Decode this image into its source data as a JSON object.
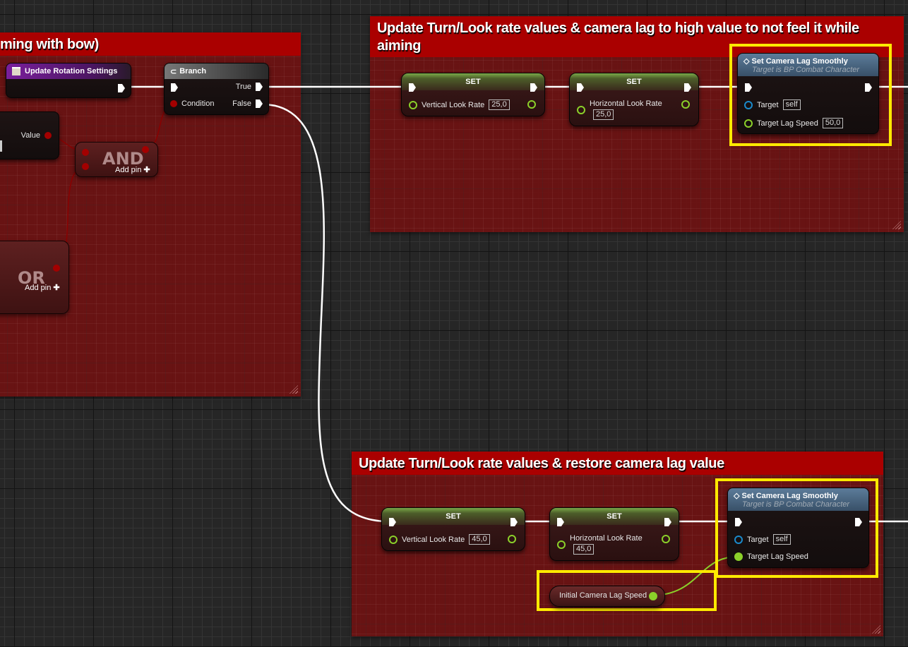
{
  "comments": {
    "left": {
      "title": "ming with bow)"
    },
    "top_right": {
      "title": "Update Turn/Look rate values & camera lag to high value to not feel it while aiming"
    },
    "bottom": {
      "title": "Update Turn/Look rate values & restore camera lag value"
    }
  },
  "nodes": {
    "update_rotation": {
      "title": "Update Rotation Settings"
    },
    "branch": {
      "title": "Branch",
      "true_label": "True",
      "false_label": "False",
      "condition_label": "Condition"
    },
    "value_node": {
      "value_label": "Value"
    },
    "and_node": {
      "label": "AND",
      "add_pin": "Add pin"
    },
    "or_node": {
      "label": "OR",
      "add_pin": "Add pin"
    },
    "set_vertical_top": {
      "title": "SET",
      "pin_label": "Vertical Look Rate",
      "value": "25,0"
    },
    "set_horizontal_top": {
      "title": "SET",
      "pin_label": "Horizontal Look Rate",
      "value": "25,0"
    },
    "camera_lag_top": {
      "title": "Set Camera Lag Smoothly",
      "subtitle": "Target is BP Combat Character",
      "target_label": "Target",
      "target_value": "self",
      "speed_label": "Target Lag Speed",
      "speed_value": "50,0"
    },
    "set_vertical_bottom": {
      "title": "SET",
      "pin_label": "Vertical Look Rate",
      "value": "45,0"
    },
    "set_horizontal_bottom": {
      "title": "SET",
      "pin_label": "Horizontal Look Rate",
      "value": "45,0"
    },
    "camera_lag_bottom": {
      "title": "Set Camera Lag Smoothly",
      "subtitle": "Target is BP Combat Character",
      "target_label": "Target",
      "target_value": "self",
      "speed_label": "Target Lag Speed"
    },
    "initial_lag": {
      "label": "Initial Camera Lag Speed"
    }
  },
  "colors": {
    "comment_title": "#aa0000",
    "highlight": "#ffea00",
    "float_pin": "#8bd02a",
    "object_pin": "#1a8acb",
    "bool_pin": "#a30000"
  }
}
